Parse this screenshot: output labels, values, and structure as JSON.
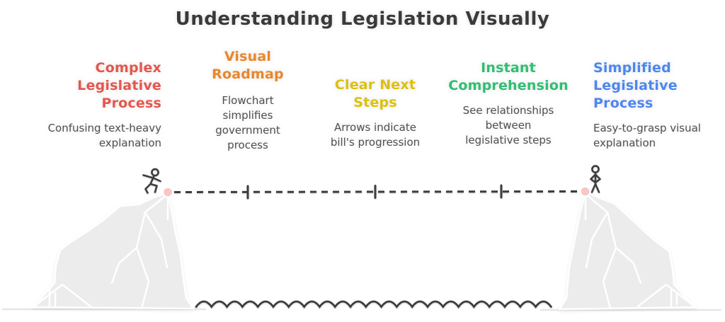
{
  "page": {
    "title": "Understanding Legislation Visually"
  },
  "milestones": [
    {
      "id": "complex-legislative-process",
      "heading": "Complex Legislative Process",
      "description": "Confusing text-heavy explanation",
      "color": "#e4564e"
    },
    {
      "id": "visual-roadmap",
      "heading": "Visual Roadmap",
      "description": "Flowchart simplifies government process",
      "color": "#e8872b"
    },
    {
      "id": "clear-next-steps",
      "heading": "Clear Next Steps",
      "description": "Arrows indicate bill's progression",
      "color": "#dcc00e"
    },
    {
      "id": "instant-comprehension",
      "heading": "Instant Comprehension",
      "description": "See relationships between legislative steps",
      "color": "#2ebf71"
    },
    {
      "id": "simplified-legislative-process",
      "heading": "Simplified Legislative Process",
      "description": "Easy-to-grasp visual explanation",
      "color": "#4c86f0"
    }
  ],
  "scene": {
    "icons": [
      "walking-stick-figure-icon",
      "standing-stick-figure-icon",
      "left-cliff",
      "right-cliff",
      "tightrope-dashed-line",
      "milestone-tick-marks",
      "anchor-dots",
      "water-wave-line",
      "ground-line"
    ],
    "colors": {
      "cliff_fill": "#ececec",
      "cliff_stroke": "#ffffff",
      "ink": "#3d3d3d",
      "anchor_fill": "#f7c7c4",
      "ground": "#e6e6e6",
      "title_text": "#3a3a3a",
      "body_text": "#4e4e4e"
    }
  }
}
